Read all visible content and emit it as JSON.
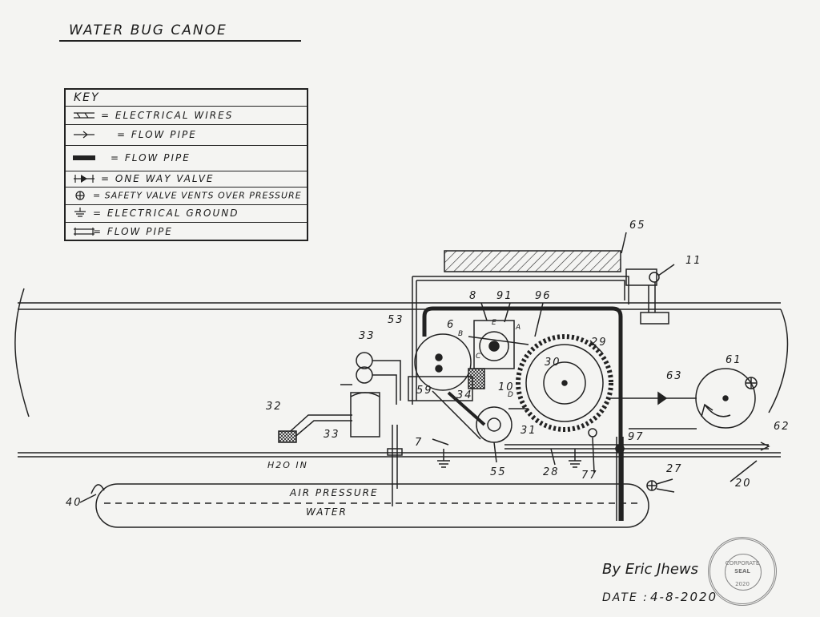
{
  "title": "WATER BUG CANOE",
  "key": {
    "heading": "KEY",
    "rows": [
      {
        "icon": "electrical-wires-symbol",
        "label": "= ELECTRICAL WIRES"
      },
      {
        "icon": "flow-pipe-thin-symbol",
        "label": "= FLOW PIPE"
      },
      {
        "icon": "flow-pipe-thick-symbol",
        "label": "= FLOW PIPE"
      },
      {
        "icon": "one-way-valve-symbol",
        "label": "= ONE WAY VALVE"
      },
      {
        "icon": "safety-valve-symbol",
        "label": "= SAFETY VALVE VENTS OVER PRESSURE"
      },
      {
        "icon": "ground-symbol",
        "label": "= ELECTRICAL GROUND"
      },
      {
        "icon": "flow-pipe-double-symbol",
        "label": "= FLOW PIPE"
      }
    ]
  },
  "labels": {
    "n65": "65",
    "n11": "11",
    "n8": "8",
    "n91": "91",
    "n96": "96",
    "n53": "53",
    "n6": "6",
    "n33a": "33",
    "n29": "29",
    "n30": "30",
    "n61": "61",
    "n63": "63",
    "n59": "59",
    "n34": "34",
    "n10": "10",
    "n32": "32",
    "n33b": "33",
    "n7": "7",
    "n31": "31",
    "n97": "97",
    "n62": "62",
    "n55": "55",
    "n28": "28",
    "n77": "77",
    "n27": "27",
    "n20": "20",
    "n40": "40",
    "h2o_in": "H2O IN",
    "air_pressure": "AIR PRESSURE",
    "water": "WATER",
    "lA": "A",
    "lB": "B",
    "lC": "C",
    "lD": "D",
    "lE": "E"
  },
  "signature": "By Eric Jhews",
  "date_label": "DATE :",
  "date": "4-8-2020",
  "seal": {
    "line1": "CORPORATE",
    "line2": "SEAL",
    "line3": "2020"
  }
}
